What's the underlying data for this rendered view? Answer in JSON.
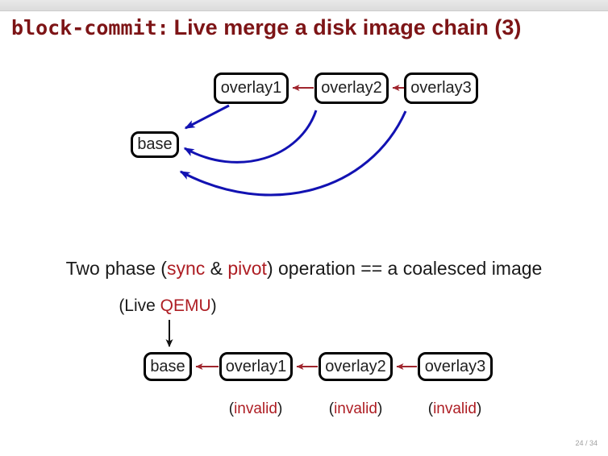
{
  "slide": {
    "title": {
      "code": "block-commit:",
      "text": "Live merge a disk image chain (3)"
    },
    "footer_page": "24 / 34"
  },
  "top_diagram": {
    "base": "base",
    "overlay1": "overlay1",
    "overlay2": "overlay2",
    "overlay3": "overlay3"
  },
  "statement": {
    "p1": "Two phase (",
    "sync": "sync",
    "p2": " & ",
    "pivot": "pivot",
    "p3": ") operation == a coalesced image"
  },
  "live_qemu": {
    "p1": "(Live ",
    "qemu": "QEMU",
    "p2": ")"
  },
  "bottom_diagram": {
    "base": "base",
    "overlay1": "overlay1",
    "overlay2": "overlay2",
    "overlay3": "overlay3",
    "invalid": [
      {
        "pre": "(",
        "word": "invalid",
        "post": ")"
      },
      {
        "pre": "(",
        "word": "invalid",
        "post": ")"
      },
      {
        "pre": "(",
        "word": "invalid",
        "post": ")"
      }
    ]
  },
  "colors": {
    "title_maroon": "#7d1416",
    "accent_red": "#ae1e24",
    "arrow_red": "#a0262e",
    "arrow_blue": "#1212b2",
    "top_strip_gray": "#e0e0e0",
    "footer_gray": "#a0a0a0",
    "box_border": "#000000",
    "body_text": "#1a1a1a"
  }
}
